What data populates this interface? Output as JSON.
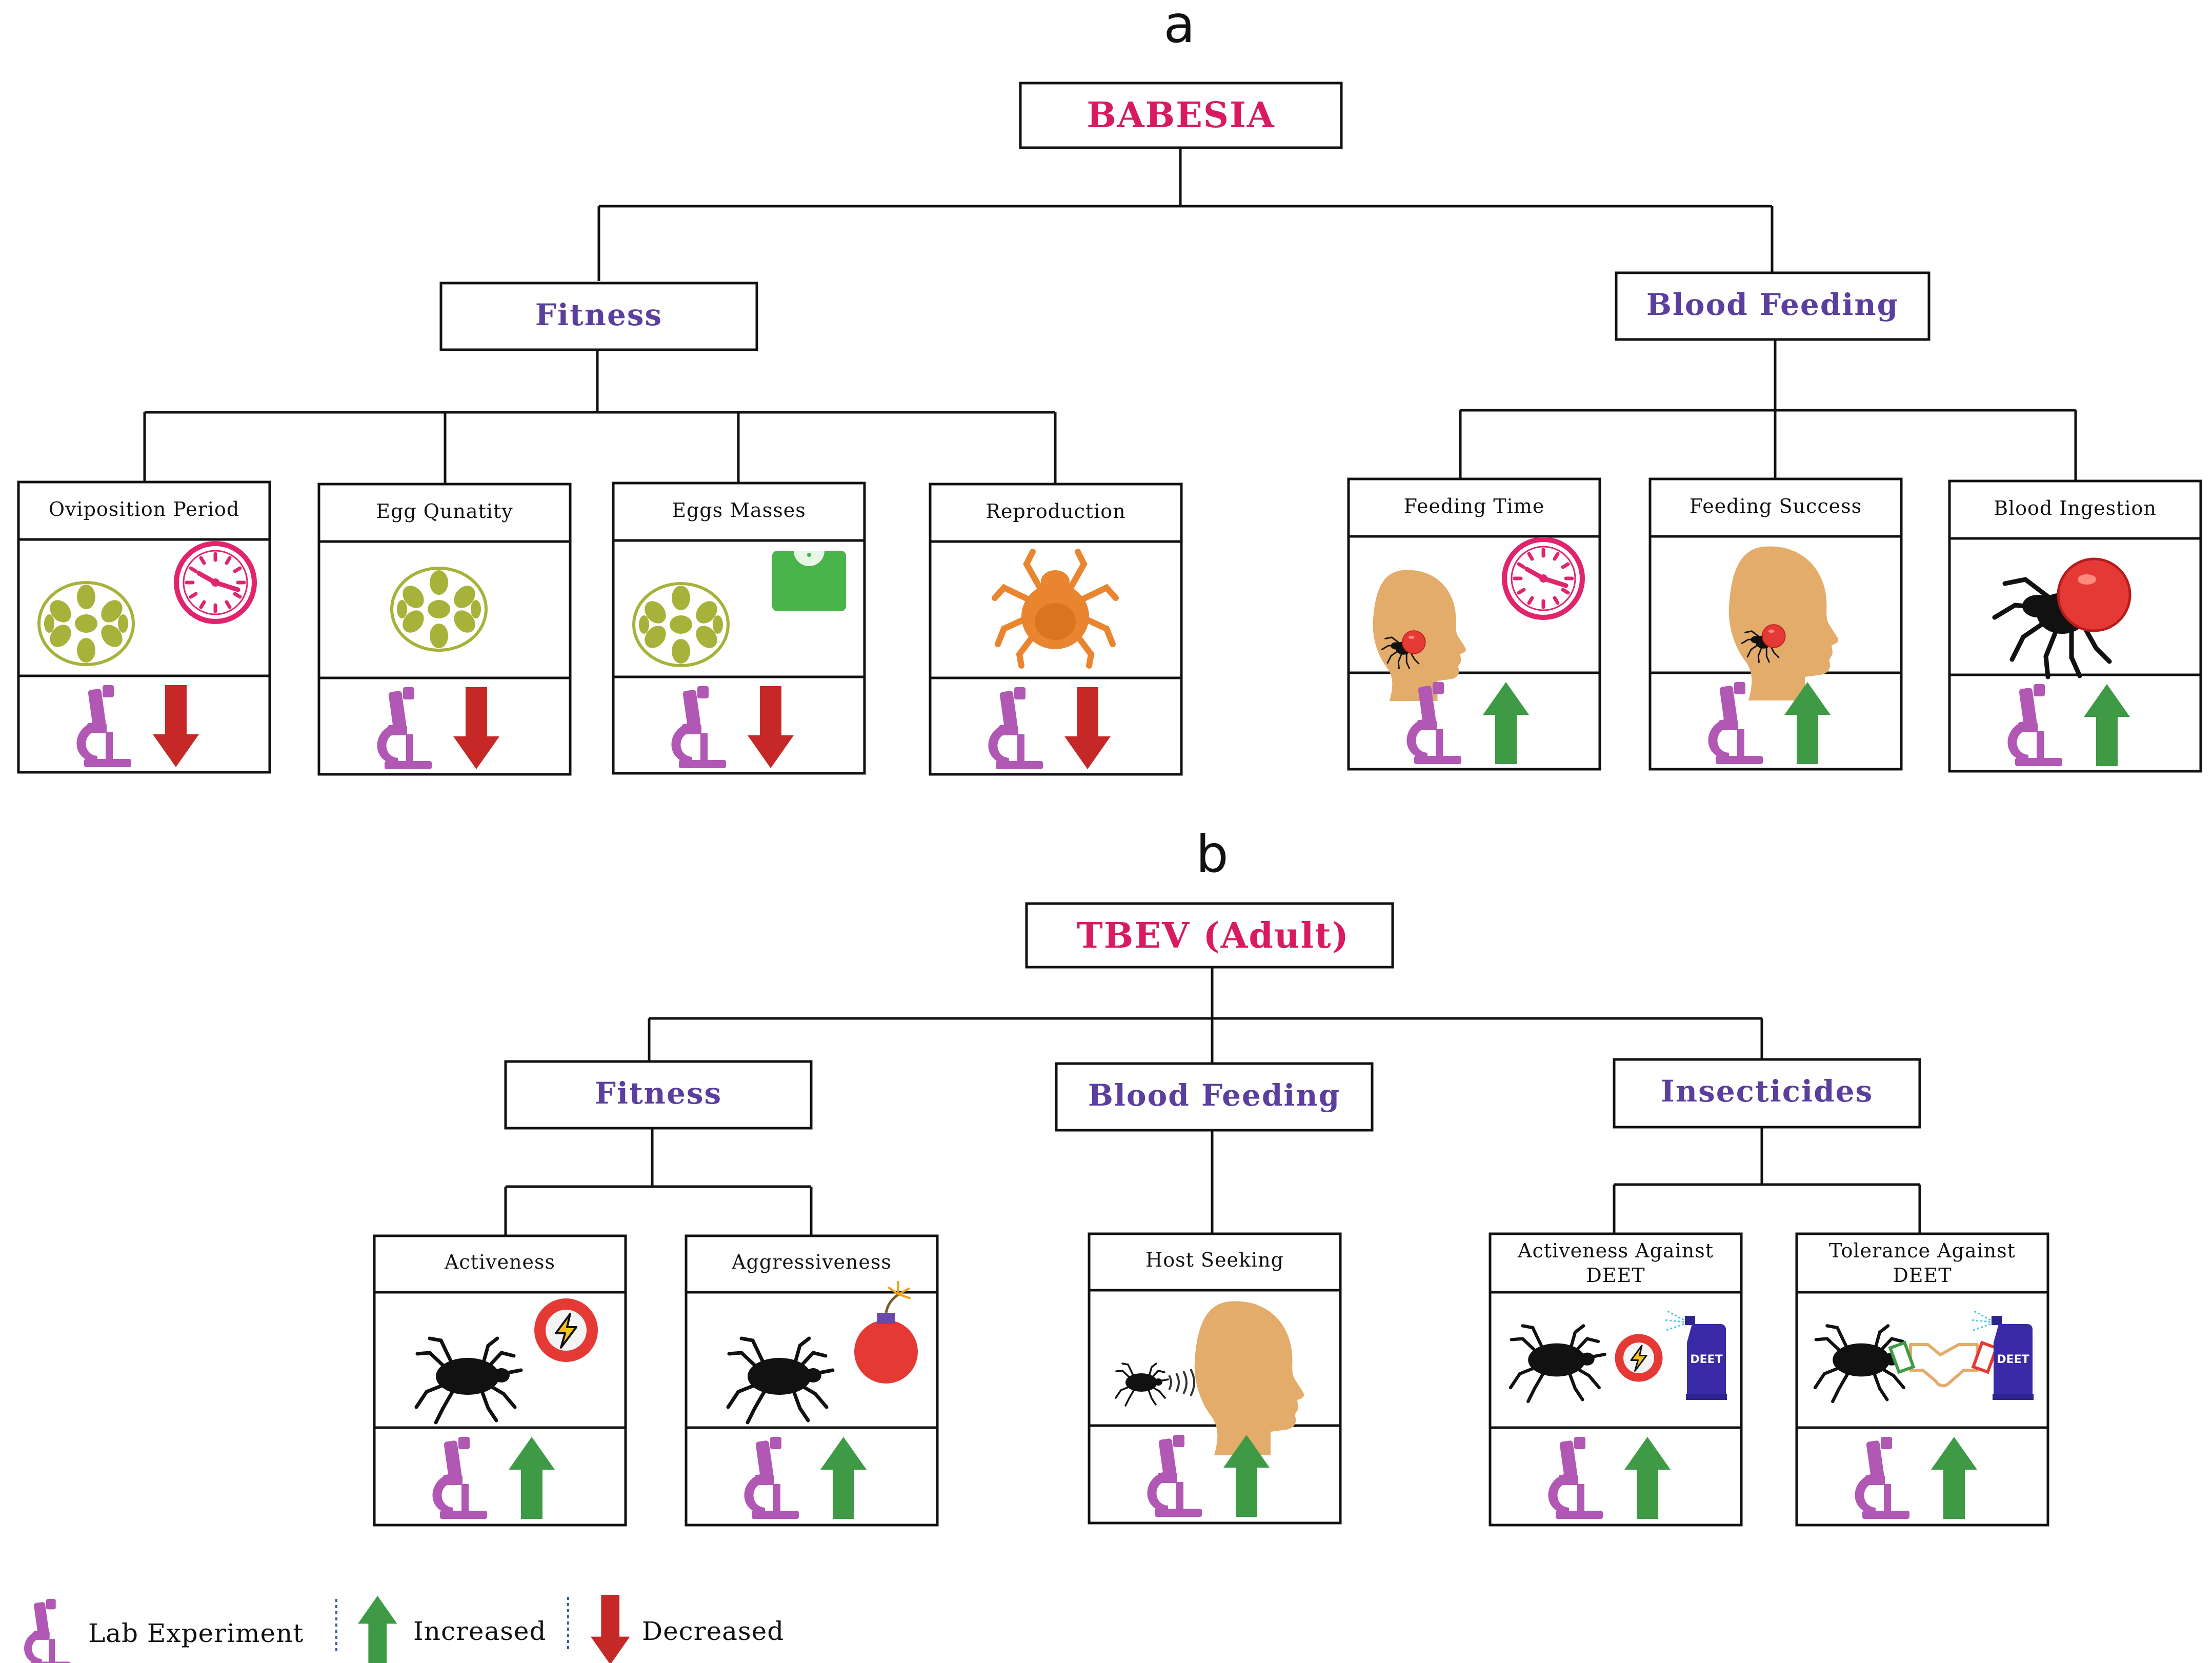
{
  "colors": {
    "root_text": "#d81b60",
    "category_text": "#5b3f9e",
    "increased": "#3e9a45",
    "decreased": "#c62828",
    "microscope": "#b157b4",
    "egg": "#a6b23a",
    "clock": "#e0246e",
    "skin": "#e3ac6a",
    "scale": "#48b449",
    "mite": "#e8852e",
    "tick_red": "#e53935",
    "deet_can": "#3a2aa8"
  },
  "panel_a": {
    "letter": "a",
    "root": "BABESIA",
    "categories": [
      {
        "label": "Fitness",
        "leaves": [
          {
            "label": "Oviposition Period",
            "icons": [
              "egg-cluster-icon",
              "clock-icon"
            ],
            "method": "Lab Experiment",
            "effect": "decreased"
          },
          {
            "label": "Egg Qunatity",
            "icons": [
              "egg-cluster-icon"
            ],
            "method": "Lab Experiment",
            "effect": "decreased"
          },
          {
            "label": "Eggs Masses",
            "icons": [
              "egg-cluster-icon",
              "weighing-scale-icon"
            ],
            "method": "Lab Experiment",
            "effect": "decreased"
          },
          {
            "label": "Reproduction",
            "icons": [
              "mite-icon"
            ],
            "method": "Lab Experiment",
            "effect": "decreased"
          }
        ]
      },
      {
        "label": "Blood Feeding",
        "leaves": [
          {
            "label": "Feeding Time",
            "icons": [
              "human-head-icon",
              "tick-on-neck-icon",
              "clock-icon"
            ],
            "method": "Lab Experiment",
            "effect": "increased"
          },
          {
            "label": "Feeding Success",
            "icons": [
              "human-head-icon",
              "tick-on-neck-icon"
            ],
            "method": "Lab Experiment",
            "effect": "increased"
          },
          {
            "label": "Blood Ingestion",
            "icons": [
              "engorged-tick-icon"
            ],
            "method": "Lab Experiment",
            "effect": "increased"
          }
        ]
      }
    ]
  },
  "panel_b": {
    "letter": "b",
    "root": "TBEV (Adult)",
    "categories": [
      {
        "label": "Fitness",
        "leaves": [
          {
            "label": "Activeness",
            "icons": [
              "tick-icon",
              "energy-badge-icon"
            ],
            "method": "Lab Experiment",
            "effect": "increased"
          },
          {
            "label": "Aggressiveness",
            "icons": [
              "tick-icon",
              "bomb-icon"
            ],
            "method": "Lab Experiment",
            "effect": "increased"
          }
        ]
      },
      {
        "label": "Blood Feeding",
        "leaves": [
          {
            "label": "Host Seeking",
            "icons": [
              "tick-icon",
              "sensing-waves-icon",
              "human-head-icon"
            ],
            "method": "Lab Experiment",
            "effect": "increased"
          }
        ]
      },
      {
        "label": "Insecticides",
        "leaves": [
          {
            "label_lines": [
              "Activeness Against",
              "DEET"
            ],
            "icons": [
              "tick-icon",
              "energy-badge-icon",
              "deet-spray-icon"
            ],
            "method": "Lab Experiment",
            "effect": "increased"
          },
          {
            "label_lines": [
              "Tolerance Against",
              "DEET"
            ],
            "icons": [
              "tick-icon",
              "handshake-icon",
              "deet-spray-icon"
            ],
            "method": "Lab Experiment",
            "effect": "increased"
          }
        ]
      }
    ]
  },
  "deet_label": "DEET",
  "legend": {
    "lab_experiment": "Lab Experiment",
    "increased": "Increased",
    "decreased": "Decreased"
  }
}
